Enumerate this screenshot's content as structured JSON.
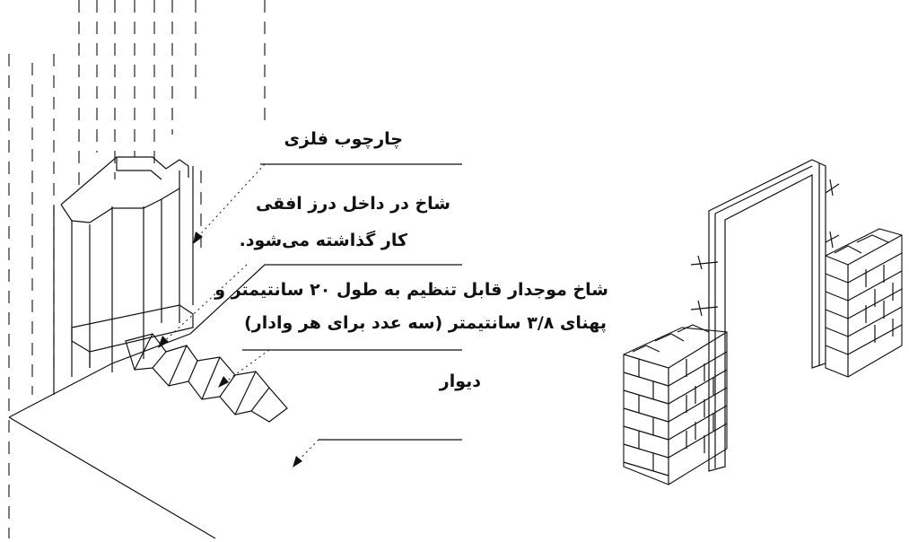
{
  "labels": {
    "metal_frame": "چارچوب فلزی",
    "tie_in_joint_line1": "شاخ در داخل درز افقی",
    "tie_in_joint_line2": "کار گذاشته می‌شود.",
    "corrugated_tie_line1": "شاخ موجدار قابل تنظیم به طول ۲۰ سانتیمتر و",
    "corrugated_tie_line2": "پهنای ۳/۸ سانتیمتر (سه عدد برای هر وادار)",
    "wall": "دیوار"
  }
}
